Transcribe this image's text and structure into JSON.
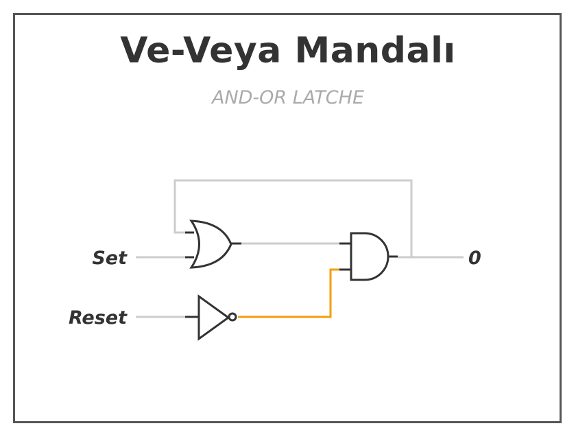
{
  "header": {
    "title": "Ve-Veya Mandalı",
    "subtitle": "AND-OR LATCHE"
  },
  "inputs": {
    "set_label": "Set",
    "reset_label": "Reset"
  },
  "output": {
    "value_label": "0"
  },
  "colors": {
    "wire_inactive": "#cccccc",
    "wire_active": "#f59e0b",
    "gate_stroke": "#333333",
    "frame_border": "#555555"
  }
}
